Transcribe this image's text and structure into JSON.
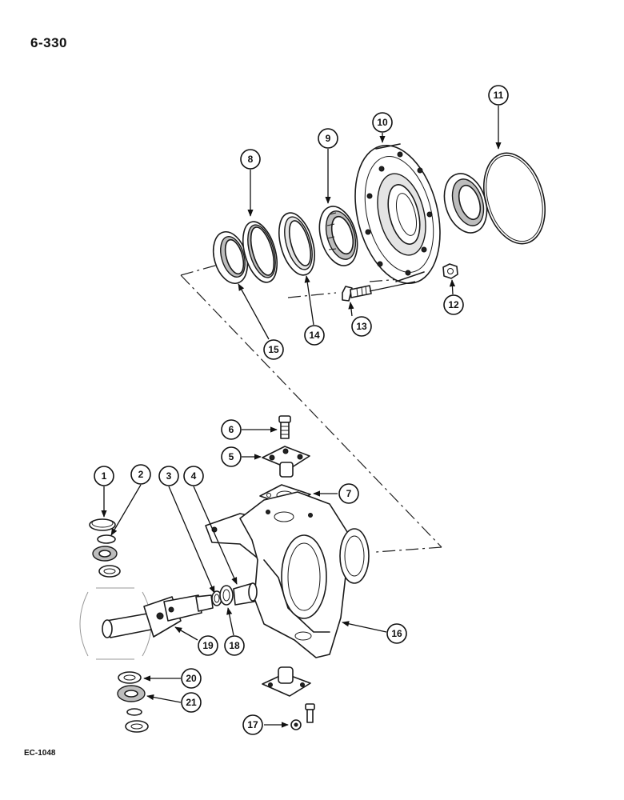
{
  "header": {
    "page_number": "6-330"
  },
  "footer": {
    "figure_code": "EC-1048"
  },
  "callouts": {
    "c1": "1",
    "c2": "2",
    "c3": "3",
    "c4": "4",
    "c5": "5",
    "c6": "6",
    "c7": "7",
    "c8": "8",
    "c9": "9",
    "c10": "10",
    "c11": "11",
    "c12": "12",
    "c13": "13",
    "c14": "14",
    "c15": "15",
    "c16": "16",
    "c17": "17",
    "c18": "18",
    "c19": "19",
    "c20": "20",
    "c21": "21"
  }
}
